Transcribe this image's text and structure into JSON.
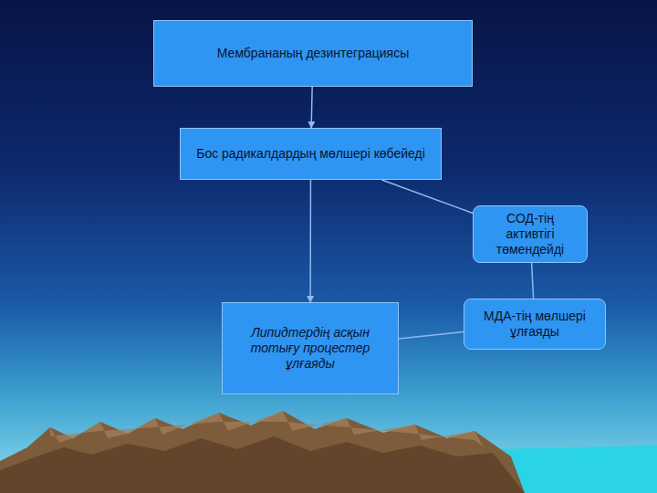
{
  "diagram": {
    "nodes": [
      {
        "text": [
          "Мембрананың дезинтеграциясы"
        ]
      },
      {
        "text": [
          "Бос радикалдардың мөлшері көбейеді"
        ]
      },
      {
        "text": [
          "СОД-тің активтігі төмендейді"
        ]
      },
      {
        "text": [
          "Липидтердің асқын тотығу процестер ұлғаяды"
        ]
      },
      {
        "text": [
          "МДА-тің мөлшері ұлғаяды"
        ]
      }
    ],
    "edges": [
      {
        "from": 0,
        "to": 1,
        "arrow": "to"
      },
      {
        "from": 1,
        "to": 3,
        "arrow": "to"
      },
      {
        "from": 1,
        "to": 2,
        "arrow": "none"
      },
      {
        "from": 2,
        "to": 4,
        "arrow": "none"
      },
      {
        "from": 4,
        "to": 3,
        "arrow": "none"
      }
    ]
  }
}
